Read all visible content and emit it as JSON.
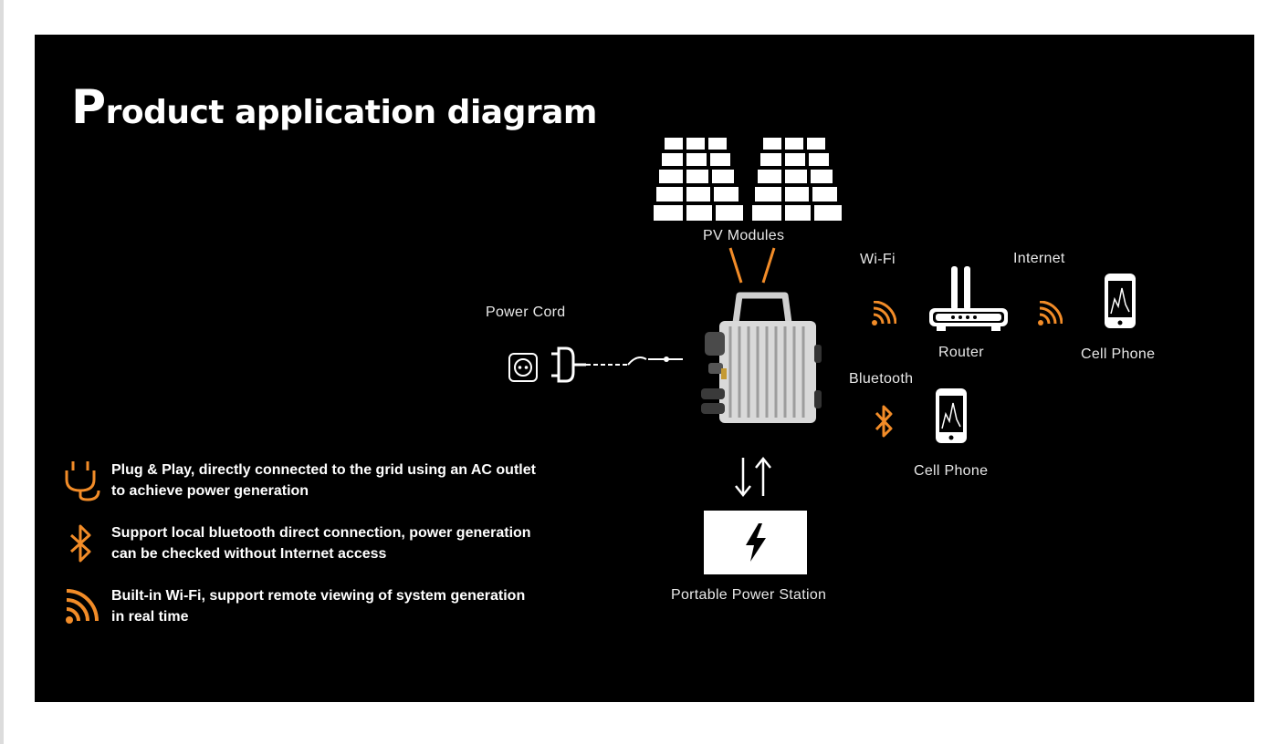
{
  "title": {
    "first_letter": "P",
    "rest": "roduct application diagram"
  },
  "labels": {
    "pv_modules": "PV Modules",
    "power_cord": "Power Cord",
    "wifi": "Wi-Fi",
    "internet": "Internet",
    "router": "Router",
    "cell_phone_internet": "Cell Phone",
    "bluetooth": "Bluetooth",
    "cell_phone_bluetooth": "Cell Phone",
    "portable_power_station": "Portable Power Station"
  },
  "features": [
    {
      "icon": "plug-icon",
      "text": "Plug & Play, directly connected to the grid using an AC outlet to achieve power generation"
    },
    {
      "icon": "bluetooth-icon",
      "text": "Support local bluetooth direct connection, power generation can be checked without Internet access"
    },
    {
      "icon": "wifi-icon",
      "text": "Built-in Wi-Fi, support remote viewing of system generation in real time"
    }
  ],
  "colors": {
    "background": "#000000",
    "accent": "#f28c28",
    "text": "#ffffff"
  }
}
